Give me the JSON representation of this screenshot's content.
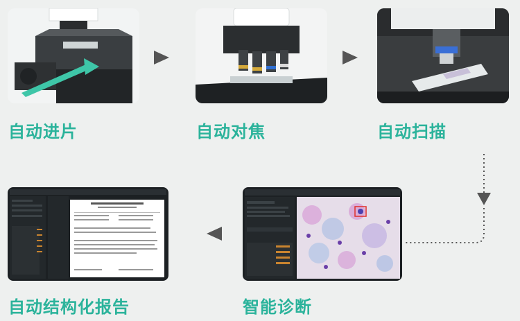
{
  "steps": [
    {
      "label": "自动进片"
    },
    {
      "label": "自动对焦"
    },
    {
      "label": "自动扫描"
    },
    {
      "label": "智能诊断"
    },
    {
      "label": "自动结构化报告"
    }
  ],
  "colors": {
    "accent": "#2bb39b",
    "background": "#eef0ef",
    "arrow": "#555555",
    "monitor": "#1c2023"
  }
}
